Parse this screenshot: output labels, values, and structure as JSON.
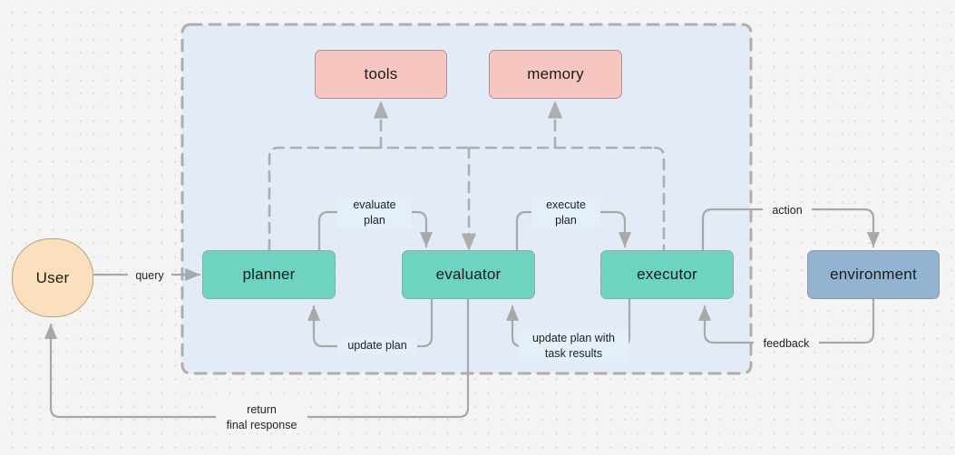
{
  "diagram": {
    "title": "agent-architecture-flow",
    "background": "#f4f4f4",
    "container_fill": "#dde9f7",
    "dashed_stroke": "#aeaeae",
    "edge_stroke": "#a8a8a8"
  },
  "nodes": {
    "user": {
      "label": "User",
      "color": "#fae0bc"
    },
    "tools": {
      "label": "tools",
      "color": "#f8c6c0"
    },
    "memory": {
      "label": "memory",
      "color": "#f8c6c0"
    },
    "planner": {
      "label": "planner",
      "color": "#6ed4c1"
    },
    "evaluator": {
      "label": "evaluator",
      "color": "#6ed4c1"
    },
    "executor": {
      "label": "executor",
      "color": "#6ed4c1"
    },
    "environment": {
      "label": "environment",
      "color": "#93b4d1"
    }
  },
  "edges": {
    "query": "query",
    "evaluate_plan": "evaluate\nplan",
    "update_plan": "update plan",
    "execute_plan": "execute\nplan",
    "update_plan_with_task_results": "update plan with\ntask results",
    "action": "action",
    "feedback": "feedback",
    "return_final_response": "return\nfinal response"
  }
}
